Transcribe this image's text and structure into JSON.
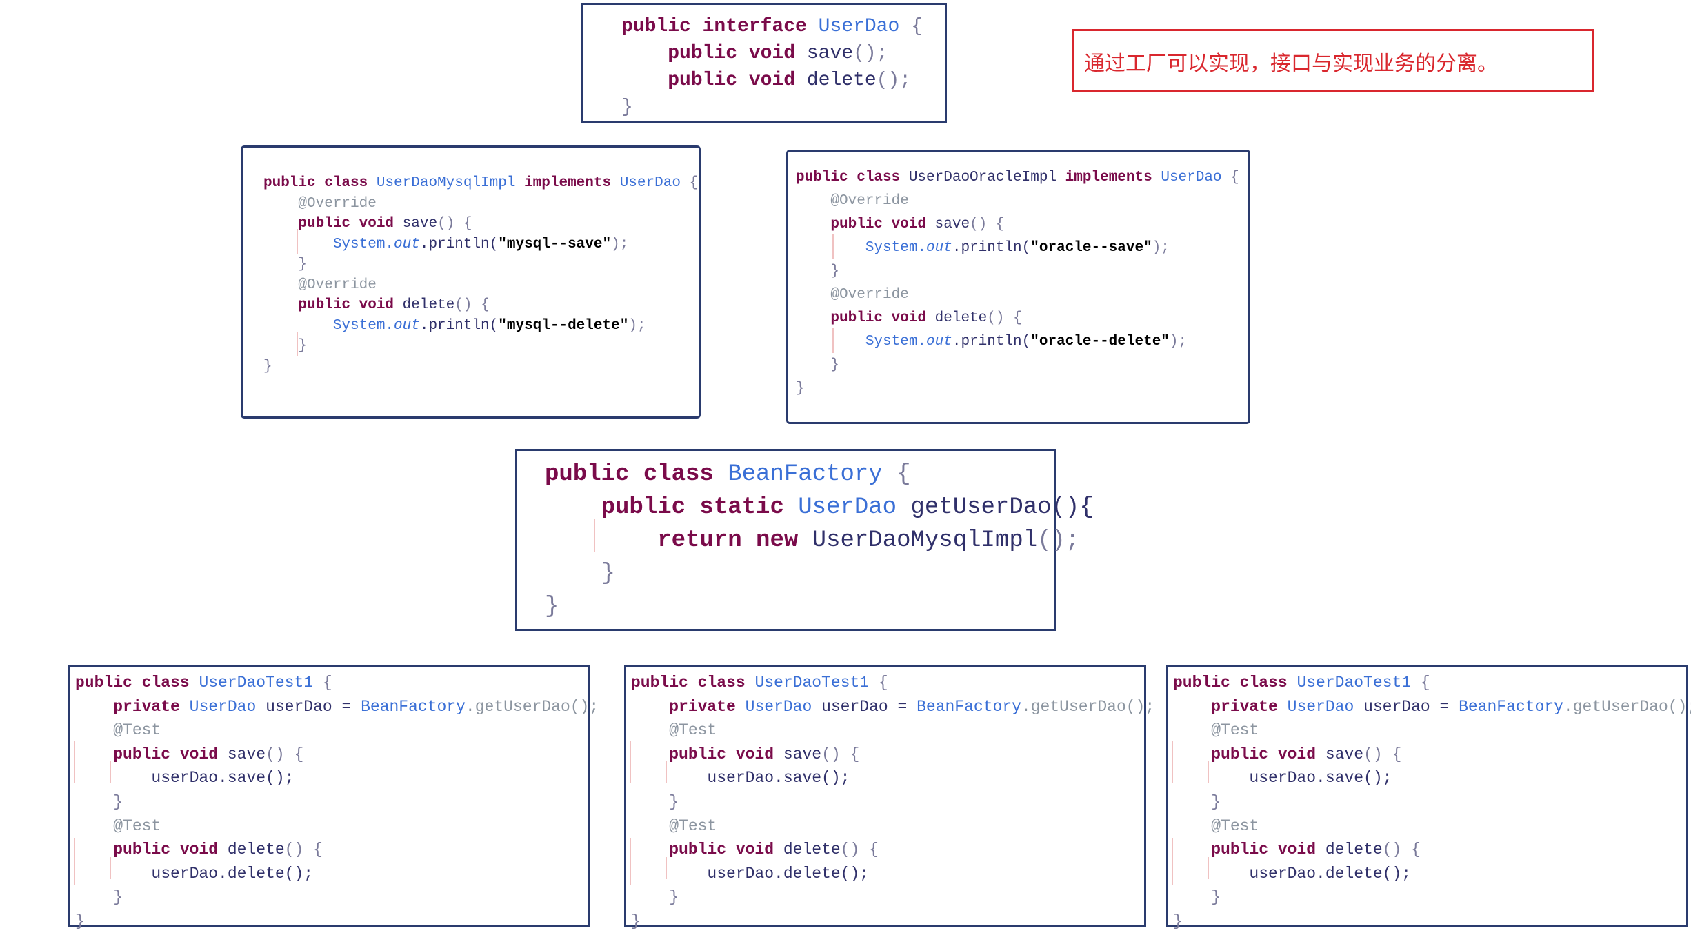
{
  "note": {
    "text": "通过工厂可以实现，接口与实现业务的分离。"
  },
  "interface_box": {
    "lines": [
      [
        "public interface ",
        "UserDao",
        " {"
      ],
      [
        "    public void ",
        "save",
        "();"
      ],
      [
        "    public void ",
        "delete",
        "();"
      ],
      [
        "}"
      ]
    ]
  },
  "mysql_box": {
    "lines": [
      [
        "public class ",
        "UserDaoMysqlImpl",
        " implements ",
        "UserDao",
        " {"
      ],
      [
        "    @Override"
      ],
      [
        "    public void ",
        "save",
        "() {"
      ],
      [
        "        System.",
        "out",
        ".println(",
        "\"mysql--save\"",
        ");"
      ],
      [
        "    }"
      ],
      [
        ""
      ],
      [
        "    @Override"
      ],
      [
        "    public void ",
        "delete",
        "() {"
      ],
      [
        "        System.",
        "out",
        ".println(",
        "\"mysql--delete\"",
        ");"
      ],
      [
        "    }"
      ],
      [
        "}"
      ]
    ]
  },
  "oracle_box": {
    "lines": [
      [
        "public class ",
        "UserDaoOracleImpl",
        " implements ",
        "UserDao",
        " {"
      ],
      [
        "    @Override"
      ],
      [
        "    public void ",
        "save",
        "() {"
      ],
      [
        "        System.",
        "out",
        ".println(",
        "\"oracle--save\"",
        ");"
      ],
      [
        "    }"
      ],
      [
        "    @Override"
      ],
      [
        "    public void ",
        "delete",
        "() {"
      ],
      [
        "        System.",
        "out",
        ".println(",
        "\"oracle--delete\"",
        ");"
      ],
      [
        "    }"
      ],
      [
        "}"
      ]
    ]
  },
  "factory_box": {
    "lines": [
      [
        "public class ",
        "BeanFactory",
        " {"
      ],
      [
        "    public static ",
        "UserDao",
        " getUserDao(){"
      ],
      [
        "        return new ",
        "UserDaoMysqlImpl",
        "();"
      ],
      [
        "    }"
      ],
      [
        "}"
      ]
    ]
  },
  "test_box": {
    "lines": [
      [
        "public class ",
        "UserDaoTest1",
        " {"
      ],
      [
        "    private ",
        "UserDao",
        " userDao = ",
        "BeanFactory",
        ".getUserDao();"
      ],
      [
        "    @Test"
      ],
      [
        "    public void ",
        "save",
        "() {"
      ],
      [
        "        userDao.save();"
      ],
      [
        "    }"
      ],
      [
        "    @Test"
      ],
      [
        "    public void ",
        "delete",
        "() {"
      ],
      [
        "        userDao.delete();"
      ],
      [
        "    }"
      ],
      [
        "}"
      ]
    ]
  }
}
